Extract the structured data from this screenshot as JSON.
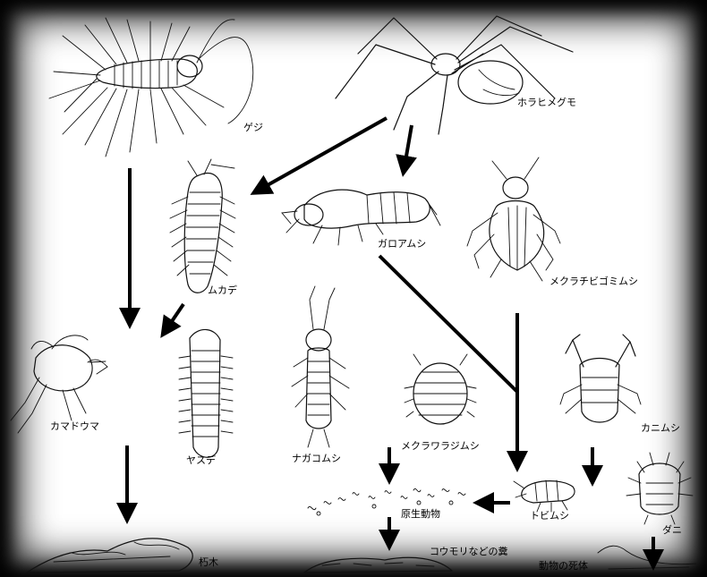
{
  "organisms": {
    "geji": "ゲジ",
    "horahimegumo": "ホラヒメグモ",
    "mukade": "ムカデ",
    "garoamushi": "ガロアムシ",
    "mekurachibigomimushi": "メクラチビゴミムシ",
    "kamadouma": "カマドウマ",
    "yasude": "ヤスデ",
    "nagakomushi": "ナガコムシ",
    "mekurawarajimushi": "メクラワラジムシ",
    "kanimushi": "カニムシ",
    "tobimushi": "トビムシ",
    "dani": "ダニ"
  },
  "food_sources": {
    "kuchiki": "朽木",
    "genseidoubutsu": "原生動物",
    "koumori_fun": "コウモリなどの糞",
    "doubutsu_shitai": "動物の死体"
  }
}
